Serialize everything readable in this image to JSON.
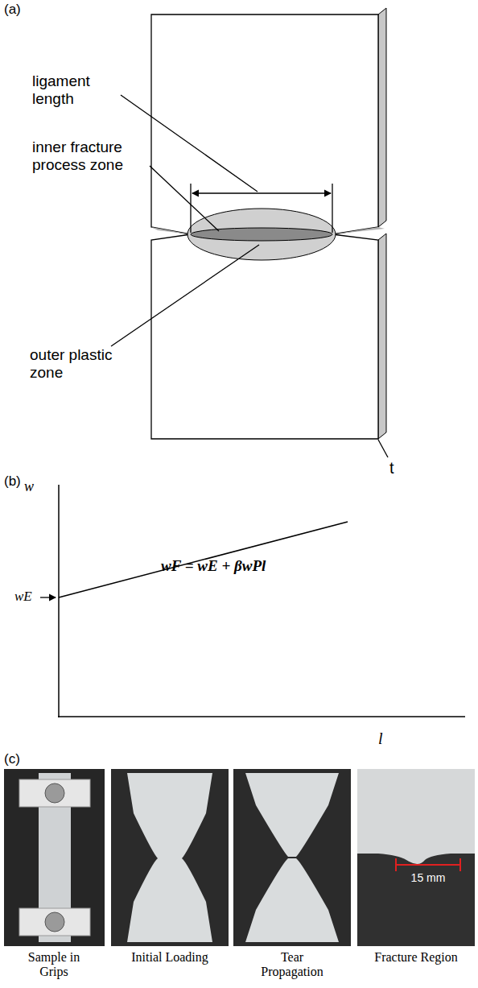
{
  "diagram": {
    "labels": [
      "(a)",
      "ligament length",
      "inner fracture process zone",
      "outer plastic zone",
      "t",
      "(b)",
      "w",
      "wE",
      "wF = wE + βwPl",
      "l",
      "(c)",
      "15 mm",
      "Sample in Grips",
      "Initial Loading",
      "Tear Propagation",
      "Fracture Region"
    ]
  }
}
